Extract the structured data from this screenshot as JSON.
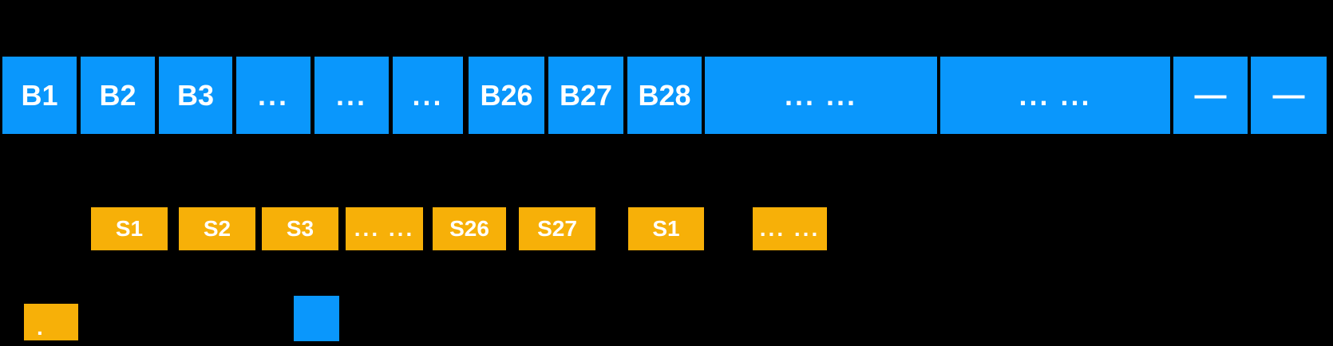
{
  "figure": {
    "colors": {
      "background": "#000000",
      "block_blue": "#0A97FC",
      "shard_orange": "#F7B008",
      "label_white": "#FFFFFF"
    },
    "block_row": {
      "items": [
        {
          "label": "B1"
        },
        {
          "label": "B2"
        },
        {
          "label": "B3"
        },
        {
          "label": "..."
        },
        {
          "label": "..."
        },
        {
          "label": "..."
        },
        {
          "label": "B26"
        },
        {
          "label": "B27"
        },
        {
          "label": "B28"
        },
        {
          "label": "... ..."
        },
        {
          "label": "... ..."
        },
        {
          "label": "—"
        },
        {
          "label": "—"
        }
      ]
    },
    "shard_row": {
      "items": [
        {
          "label": "S1"
        },
        {
          "label": "S2"
        },
        {
          "label": "S3"
        },
        {
          "label": "... ..."
        },
        {
          "label": "S26"
        },
        {
          "label": "S27"
        },
        {
          "label": "S1"
        },
        {
          "label": "... ..."
        }
      ]
    },
    "legend": {
      "orange_swatch_mark": "."
    }
  }
}
